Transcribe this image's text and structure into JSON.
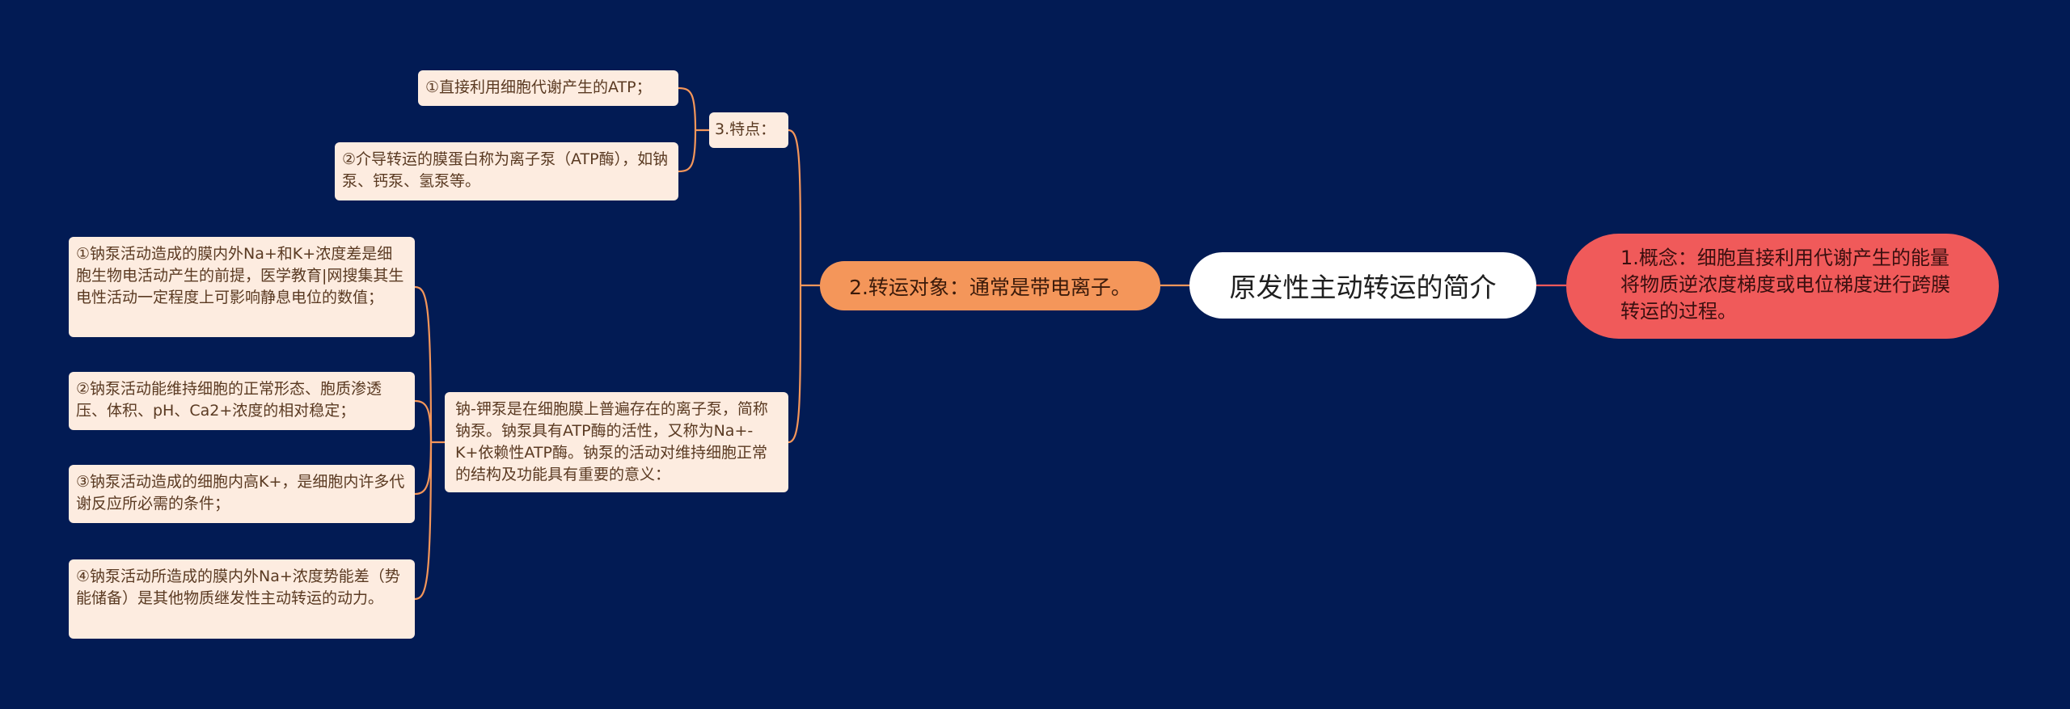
{
  "mindmap": {
    "central": "原发性主动转运的简介",
    "concept": "1.概念：细胞直接利用代谢产生的能量将物质逆浓度梯度或电位梯度进行跨膜转运的过程。",
    "target": "2.转运对象：通常是带电离子。",
    "features": {
      "label": "3.特点：",
      "items": [
        "①直接利用细胞代谢产生的ATP；",
        "②介导转运的膜蛋白称为离子泵（ATP酶），如钠泵、钙泵、氢泵等。"
      ]
    },
    "napump": {
      "label": "钠-钾泵是在细胞膜上普遍存在的离子泵，简称钠泵。钠泵具有ATP酶的活性，又称为Na+-K+依赖性ATP酶。钠泵的活动对维持细胞正常的结构及功能具有重要的意义：",
      "items": [
        "①钠泵活动造成的膜内外Na+和K+浓度差是细胞生物电活动产生的前提，医学教育|网搜集其生电性活动一定程度上可影响静息电位的数值；",
        "②钠泵活动能维持细胞的正常形态、胞质渗透压、体积、pH、Ca2+浓度的相对稳定；",
        "③钠泵活动造成的细胞内高K+，是细胞内许多代谢反应所必需的条件；",
        "④钠泵活动所造成的膜内外Na+浓度势能差（势能储备）是其他物质继发性主动转运的动力。"
      ]
    }
  },
  "colors": {
    "background": "#021b54",
    "central": "#ffffff",
    "concept": "#f05a5a",
    "target": "#f4965a",
    "leaf": "#fdece0",
    "line": "#f4965a"
  }
}
